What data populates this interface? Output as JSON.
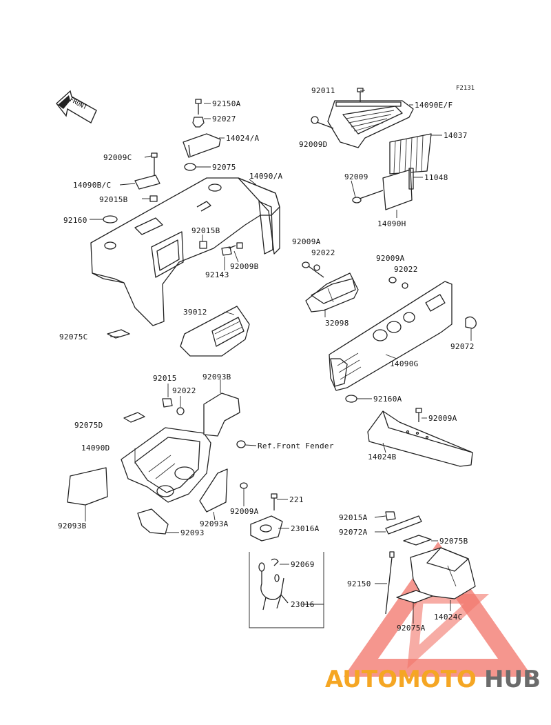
{
  "diagram": {
    "code": "F2131",
    "front_arrow": "FRONT",
    "ref_note": "Ref.Front Fender",
    "labels": {
      "p92011": "92011",
      "p14090EF": "14090E/F",
      "p92009D": "92009D",
      "p14037": "14037",
      "p92009_top": "92009",
      "p11048": "11048",
      "p14090H": "14090H",
      "p92150A_top": "92150A",
      "p92027": "92027",
      "p14024A": "14024/A",
      "p92075": "92075",
      "p92009C": "92009C",
      "p14090BC": "14090B/C",
      "p92015B_left": "92015B",
      "p14090A": "14090/A",
      "p92160": "92160",
      "p92015B_mid": "92015B",
      "p92009B": "92009B",
      "p92143": "92143",
      "p92009A_1": "92009A",
      "p92022_1": "92022",
      "p32098": "32098",
      "p92009A_2": "92009A",
      "p92022_2": "92022",
      "p92072": "92072",
      "p14090G": "14090G",
      "p39012": "39012",
      "p92075C": "92075C",
      "p92015": "92015",
      "p92093B_top": "92093B",
      "p92022_3": "92022",
      "p92075D": "92075D",
      "p14090D": "14090D",
      "p92160A": "92160A",
      "p92009A_3": "92009A",
      "p14024B": "14024B",
      "p92093B_left": "92093B",
      "p92009A_4": "92009A",
      "p92093A": "92093A",
      "p92093": "92093",
      "p221": "221",
      "p23016A": "23016A",
      "p92069": "92069",
      "p23016": "23016",
      "p92015A": "92015A",
      "p92072A": "92072A",
      "p92075B": "92075B",
      "p92150": "92150",
      "p14024C": "14024C",
      "p92075A": "92075A"
    }
  },
  "watermark": {
    "part1": "AUTOMOTO",
    "part2": "HUB",
    "color_orange": "#f5a623",
    "color_red": "#e8413a",
    "color_gray": "#6b6b6b"
  }
}
